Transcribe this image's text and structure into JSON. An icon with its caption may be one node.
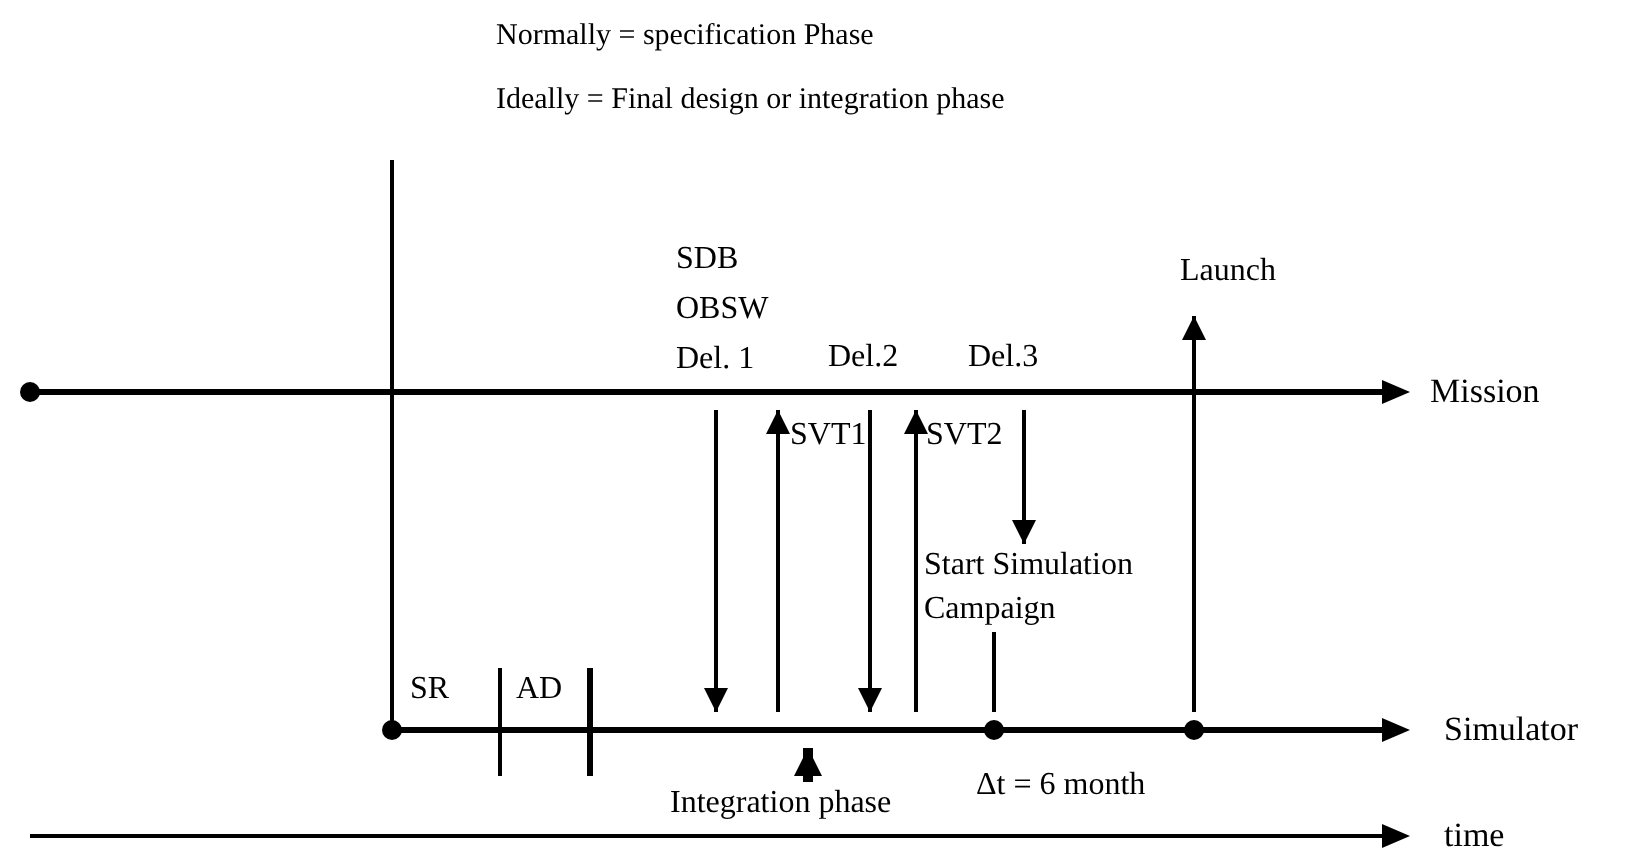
{
  "diagram": {
    "nodes": [
      {
        "text": [
          "Mission"
        ]
      },
      {
        "text": [
          "Simulator"
        ],
        "beside": [
          "SR",
          "AD"
        ]
      },
      {
        "text": [
          "Start Simulation Campaign"
        ]
      },
      {
        "text": [
          "Integration phase"
        ]
      }
    ],
    "edges": [
      {
        "from": 0,
        "to": 1,
        "arrow": "to",
        "label": "SDB OBSW Del. 1"
      },
      {
        "from": 1,
        "to": 0,
        "arrow": "to",
        "label": "SVT1"
      },
      {
        "from": 0,
        "to": 1,
        "arrow": "to",
        "label": "Del.2"
      },
      {
        "from": 1,
        "to": 0,
        "arrow": "to",
        "label": "SVT2"
      },
      {
        "from": 0,
        "to": 2,
        "arrow": "to",
        "label": "Del.3"
      },
      {
        "from": 2,
        "to": 1,
        "arrow": "none"
      },
      {
        "from": 3,
        "to": 1,
        "arrow": "to",
        "style": "thick"
      },
      {
        "from": 1,
        "to": null,
        "arrow": "to",
        "label": "Launch"
      }
    ],
    "labels": [
      "Normally = specification Phase",
      "Ideally = Final design or integration phase",
      "Δt = 6 month",
      "time"
    ]
  }
}
